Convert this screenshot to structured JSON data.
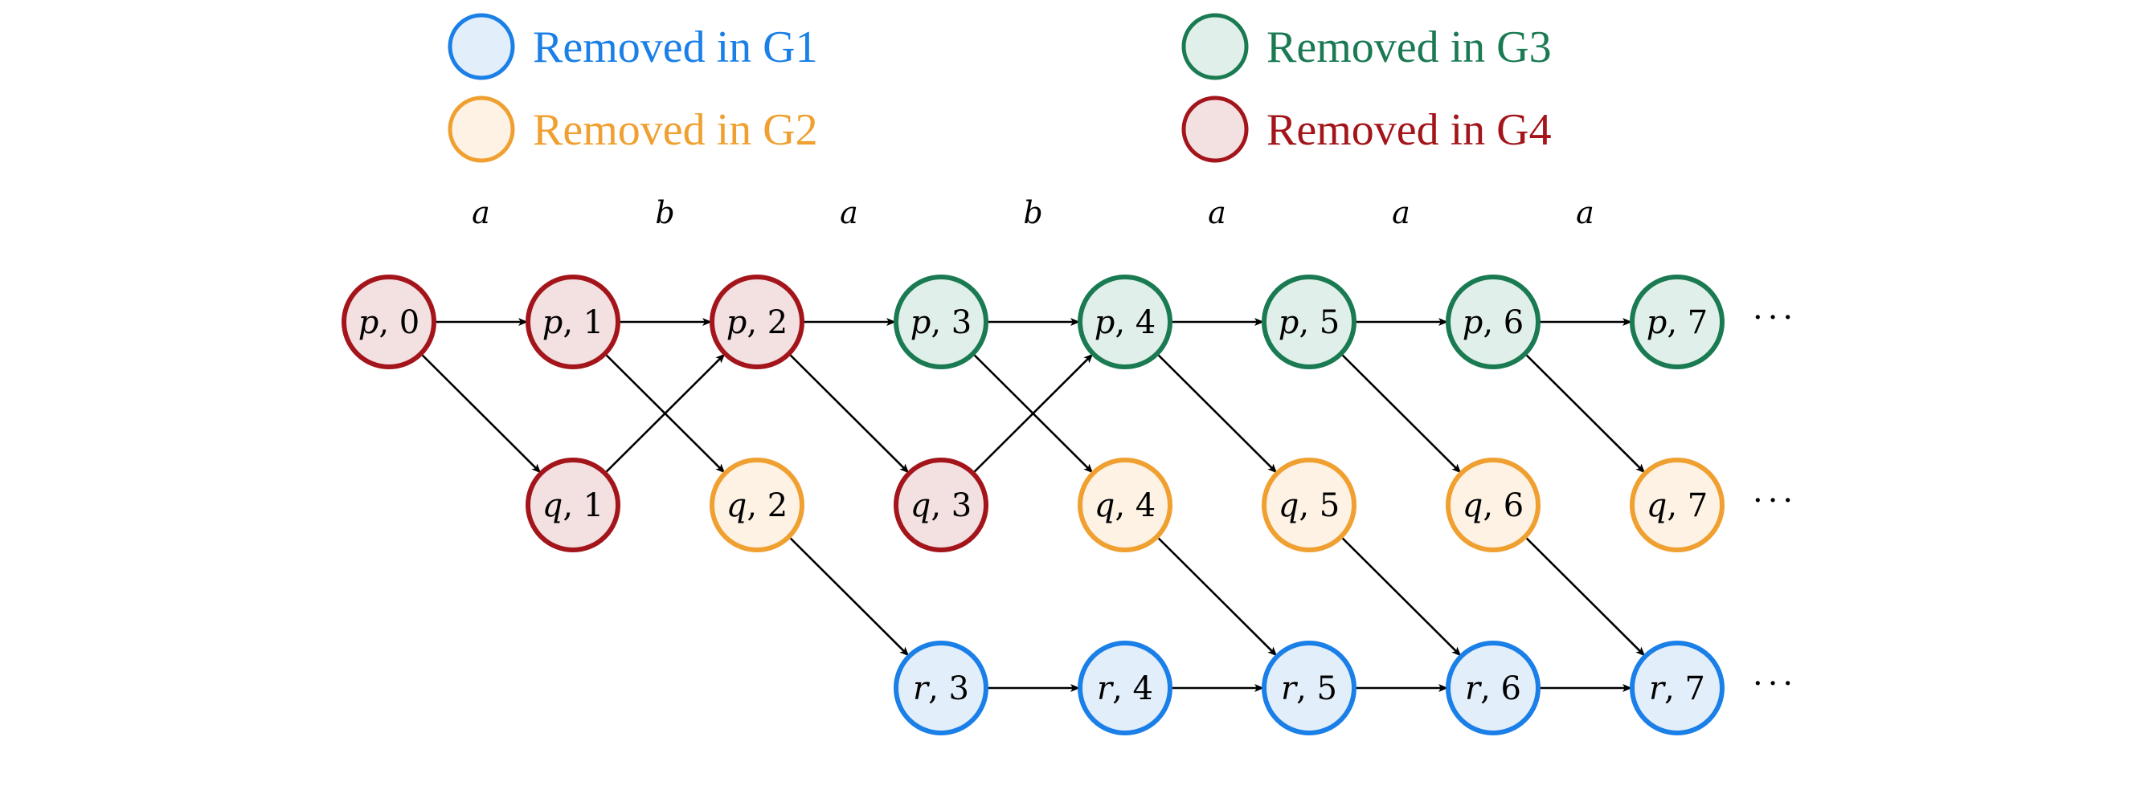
{
  "colors": {
    "G1": {
      "stroke": "#1a7fe6",
      "fill": "#e3eefb"
    },
    "G2": {
      "stroke": "#f0a030",
      "fill": "#fdf2e3"
    },
    "G3": {
      "stroke": "#1a7a52",
      "fill": "#e0efe9"
    },
    "G4": {
      "stroke": "#a3151b",
      "fill": "#f3e0e1"
    }
  },
  "legend": [
    {
      "group": "G1",
      "label": "Removed in G1"
    },
    {
      "group": "G2",
      "label": "Removed in G2"
    },
    {
      "group": "G3",
      "label": "Removed in G3"
    },
    {
      "group": "G4",
      "label": "Removed in G4"
    }
  ],
  "step_labels": [
    "a",
    "b",
    "a",
    "b",
    "a",
    "a",
    "a"
  ],
  "nodes": [
    {
      "id": "p0",
      "state": "p",
      "step": 0,
      "group": "G4"
    },
    {
      "id": "p1",
      "state": "p",
      "step": 1,
      "group": "G4"
    },
    {
      "id": "p2",
      "state": "p",
      "step": 2,
      "group": "G4"
    },
    {
      "id": "p3",
      "state": "p",
      "step": 3,
      "group": "G3"
    },
    {
      "id": "p4",
      "state": "p",
      "step": 4,
      "group": "G3"
    },
    {
      "id": "p5",
      "state": "p",
      "step": 5,
      "group": "G3"
    },
    {
      "id": "p6",
      "state": "p",
      "step": 6,
      "group": "G3"
    },
    {
      "id": "p7",
      "state": "p",
      "step": 7,
      "group": "G3"
    },
    {
      "id": "q1",
      "state": "q",
      "step": 1,
      "group": "G4"
    },
    {
      "id": "q2",
      "state": "q",
      "step": 2,
      "group": "G2"
    },
    {
      "id": "q3",
      "state": "q",
      "step": 3,
      "group": "G4"
    },
    {
      "id": "q4",
      "state": "q",
      "step": 4,
      "group": "G2"
    },
    {
      "id": "q5",
      "state": "q",
      "step": 5,
      "group": "G2"
    },
    {
      "id": "q6",
      "state": "q",
      "step": 6,
      "group": "G2"
    },
    {
      "id": "q7",
      "state": "q",
      "step": 7,
      "group": "G2"
    },
    {
      "id": "r3",
      "state": "r",
      "step": 3,
      "group": "G1"
    },
    {
      "id": "r4",
      "state": "r",
      "step": 4,
      "group": "G1"
    },
    {
      "id": "r5",
      "state": "r",
      "step": 5,
      "group": "G1"
    },
    {
      "id": "r6",
      "state": "r",
      "step": 6,
      "group": "G1"
    },
    {
      "id": "r7",
      "state": "r",
      "step": 7,
      "group": "G1"
    }
  ],
  "edges": [
    [
      "p0",
      "p1"
    ],
    [
      "p1",
      "p2"
    ],
    [
      "p2",
      "p3"
    ],
    [
      "p3",
      "p4"
    ],
    [
      "p4",
      "p5"
    ],
    [
      "p5",
      "p6"
    ],
    [
      "p6",
      "p7"
    ],
    [
      "p0",
      "q1"
    ],
    [
      "q1",
      "p2"
    ],
    [
      "p1",
      "q2"
    ],
    [
      "p2",
      "q3"
    ],
    [
      "q3",
      "p4"
    ],
    [
      "p3",
      "q4"
    ],
    [
      "p4",
      "q5"
    ],
    [
      "p5",
      "q6"
    ],
    [
      "p6",
      "q7"
    ],
    [
      "q2",
      "r3"
    ],
    [
      "q4",
      "r5"
    ],
    [
      "q5",
      "r6"
    ],
    [
      "q6",
      "r7"
    ],
    [
      "r3",
      "r4"
    ],
    [
      "r4",
      "r5"
    ],
    [
      "r5",
      "r6"
    ],
    [
      "r6",
      "r7"
    ]
  ],
  "ellipsis": "···",
  "edge_color": "#000000"
}
